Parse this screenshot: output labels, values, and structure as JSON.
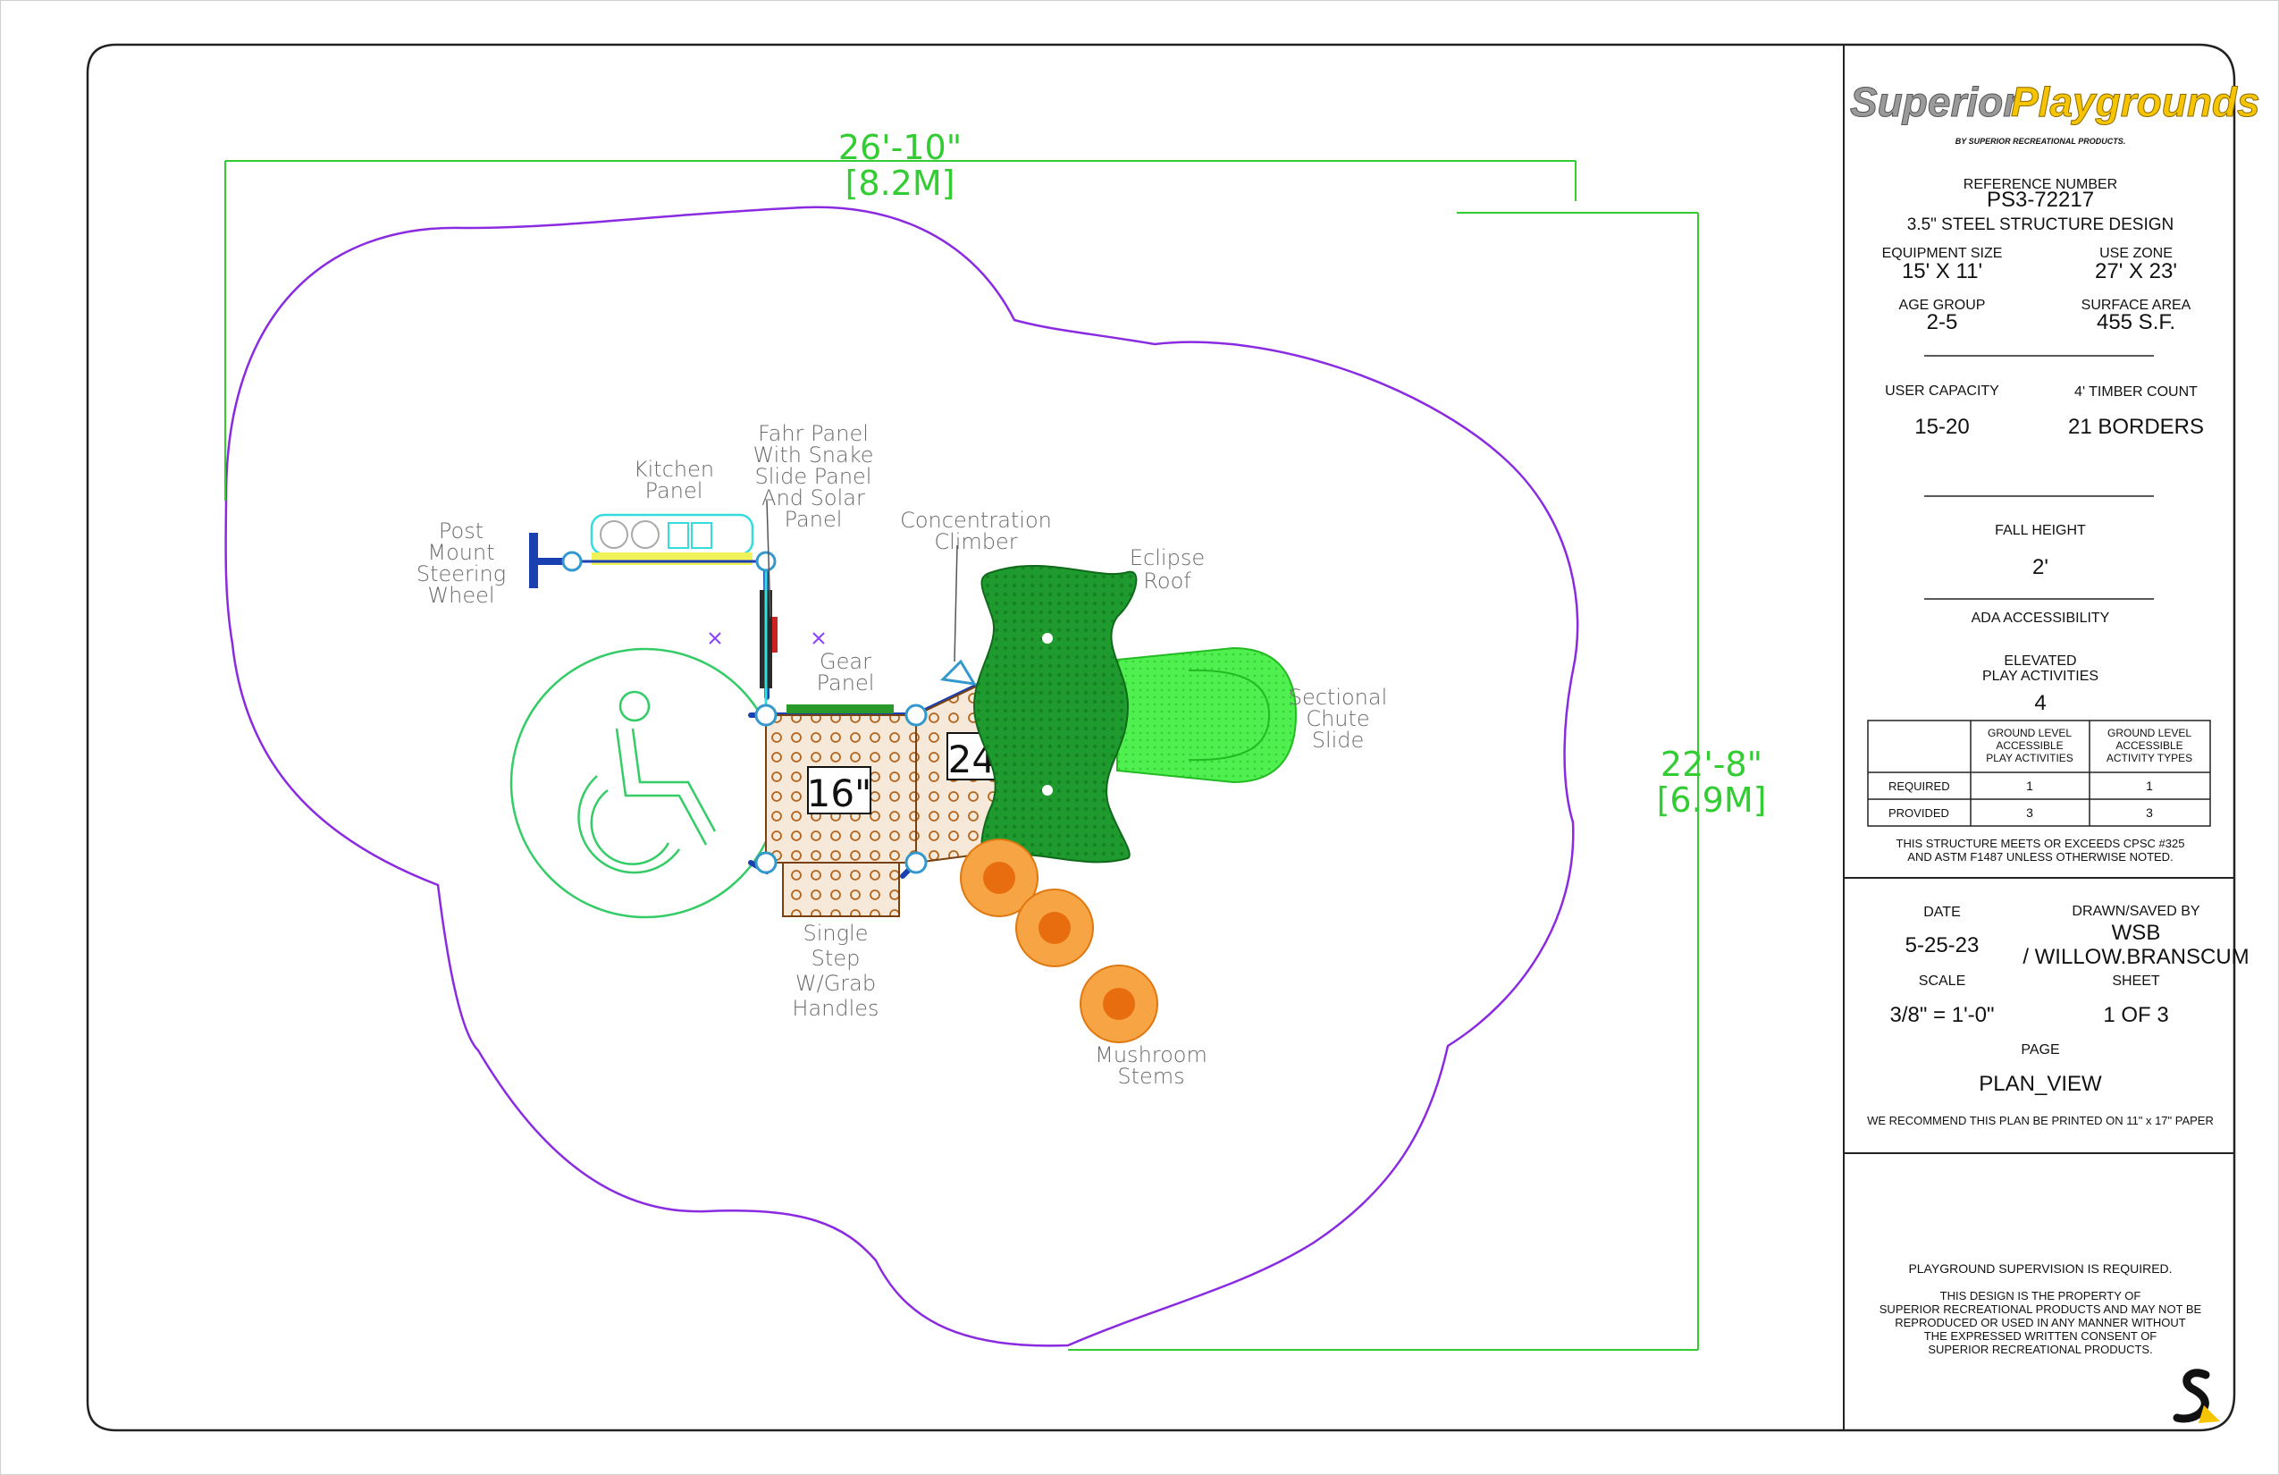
{
  "dimensions": {
    "width_ft": "26'-10\"",
    "width_m": "[8.2M]",
    "height_ft": "22'-8\"",
    "height_m": "[6.9M]"
  },
  "labels": {
    "post_mount_steering_wheel": [
      "Post",
      "Mount",
      "Steering",
      "Wheel"
    ],
    "kitchen_panel": [
      "Kitchen",
      "Panel"
    ],
    "fahr_panel": [
      "Fahr Panel",
      "With Snake",
      "Slide Panel",
      "And Solar",
      "Panel"
    ],
    "concentration_climber": [
      "Concentration",
      "Climber"
    ],
    "eclipse_roof": [
      "Eclipse",
      "Roof"
    ],
    "gear_panel": [
      "Gear",
      "Panel"
    ],
    "sectional_chute_slide": [
      "Sectional",
      "Chute",
      "Slide"
    ],
    "single_step": [
      "Single",
      "Step",
      "W/Grab",
      "Handles"
    ],
    "mushroom_stems": [
      "Mushroom",
      "Stems"
    ],
    "deck_16": "16\"",
    "deck_24": "24\""
  },
  "title_block": {
    "logo_part1": "Superior",
    "logo_part2": "Playgrounds",
    "logo_tagline": "BY SUPERIOR RECREATIONAL PRODUCTS.",
    "reference_label": "REFERENCE NUMBER",
    "reference_number": "PS3-72217",
    "design_type": "3.5\"  STEEL STRUCTURE DESIGN",
    "equipment_size_label": "EQUIPMENT SIZE",
    "equipment_size": "15' X 11'",
    "use_zone_label": "USE ZONE",
    "use_zone": "27' X 23'",
    "age_group_label": "AGE GROUP",
    "age_group": "2-5",
    "surface_area_label": "SURFACE AREA",
    "surface_area": "455 S.F.",
    "user_capacity_label": "USER CAPACITY",
    "user_capacity": "15-20",
    "timber_count_label": "4' TIMBER COUNT",
    "timber_count": "21 BORDERS",
    "fall_height_label": "FALL HEIGHT",
    "fall_height": "2'",
    "ada_label": "ADA ACCESSIBILITY",
    "elevated_label_1": "ELEVATED",
    "elevated_label_2": "PLAY ACTIVITIES",
    "elevated_value": "4",
    "table": {
      "col1": [
        "GROUND LEVEL",
        "ACCESSIBLE",
        "PLAY ACTIVITIES"
      ],
      "col2": [
        "GROUND LEVEL",
        "ACCESSIBLE",
        "ACTIVITY TYPES"
      ],
      "rows": [
        {
          "label": "REQUIRED",
          "a": "1",
          "b": "1"
        },
        {
          "label": "PROVIDED",
          "a": "3",
          "b": "3"
        }
      ]
    },
    "cpsc_note_1": "THIS STRUCTURE MEETS OR EXCEEDS CPSC #325",
    "cpsc_note_2": "AND ASTM F1487 UNLESS OTHERWISE NOTED.",
    "date_label": "DATE",
    "date": "5-25-23",
    "drawn_label": "DRAWN/SAVED BY",
    "drawn_by_1": "WSB",
    "drawn_by_2": "/ WILLOW.BRANSCUM",
    "scale_label": "SCALE",
    "scale": "3/8\" = 1'-0\"",
    "sheet_label": "SHEET",
    "sheet": "1  OF  3",
    "page_label": "PAGE",
    "page": "PLAN_VIEW",
    "print_note": "WE RECOMMEND THIS PLAN BE PRINTED ON 11\" x 17\" PAPER",
    "supervision": "PLAYGROUND SUPERVISION IS REQUIRED.",
    "property_1": "THIS DESIGN IS THE PROPERTY OF",
    "property_2": "SUPERIOR RECREATIONAL PRODUCTS AND MAY NOT BE",
    "property_3": "REPRODUCED OR USED IN ANY MANNER WITHOUT",
    "property_4": "THE EXPRESSED WRITTEN CONSENT OF",
    "property_5": "SUPERIOR RECREATIONAL PRODUCTS."
  },
  "colors": {
    "border_purple": "#8a2be2",
    "dimension_green": "#33cc33",
    "roof_green": "#1f9a2e",
    "slide_green": "#44ee44",
    "deck_brown": "#b5651d",
    "mushroom_orange": "#f08a1e",
    "ada_green": "#33cc66",
    "logo_gray": "#9a9a9a",
    "logo_yellow": "#f7c400"
  },
  "icons": {
    "ada": "wheelchair-icon",
    "logo_mark": "superior-s-logo-icon"
  }
}
